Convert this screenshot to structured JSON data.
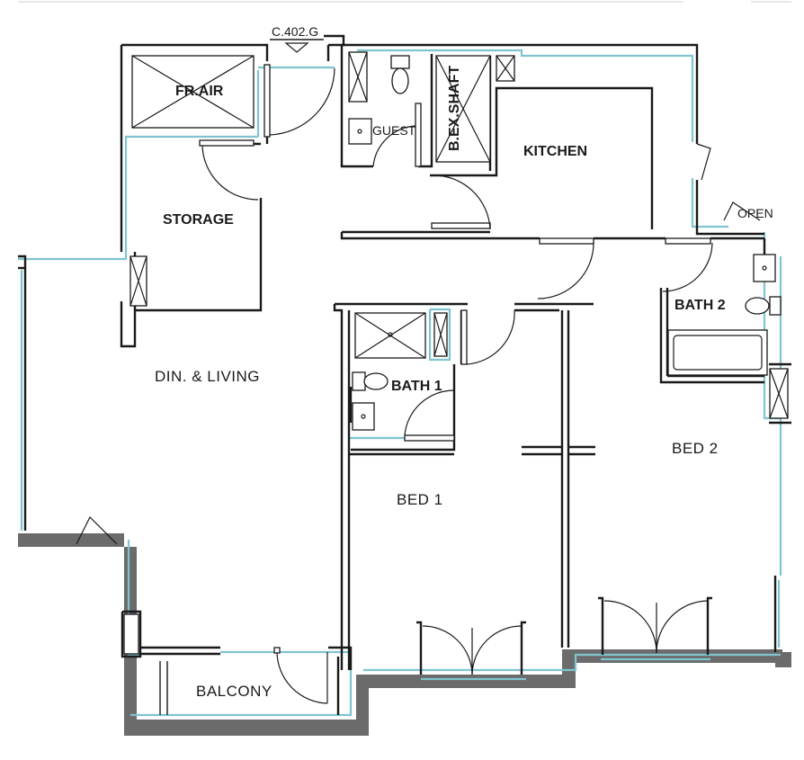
{
  "diagram": {
    "section_marker": "C.402.G",
    "rooms": {
      "fresh_air": "FR.AIR",
      "guest": "GUEST",
      "shaft": "B.EX.SHAFT",
      "kitchen": "KITCHEN",
      "storage": "STORAGE",
      "open": "OPEN",
      "bath2": "BATH 2",
      "dining_living": "DIN. & LIVING",
      "bath1": "BATH 1",
      "bed2": "BED 2",
      "bed1": "BED 1",
      "balcony": "BALCONY"
    },
    "colors": {
      "wall": "#1a1a1a",
      "glazing": "#7fc4cf",
      "exterior_wall": "#6b6b6b"
    }
  }
}
